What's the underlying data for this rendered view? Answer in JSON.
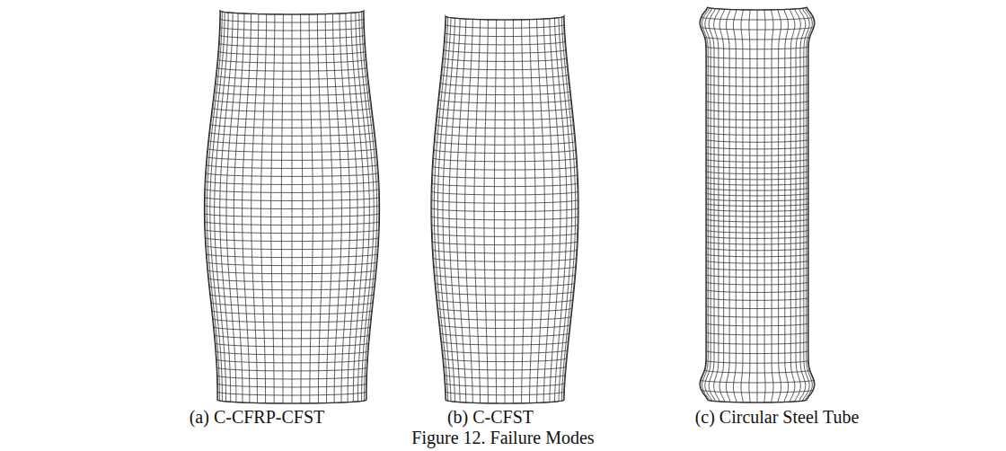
{
  "diagram": {
    "caption": "Figure 12. Failure Modes",
    "labels": [
      "(a) C-CFRP-CFST",
      "(b) C-CFST",
      "(c) Circular Steel Tube"
    ]
  }
}
